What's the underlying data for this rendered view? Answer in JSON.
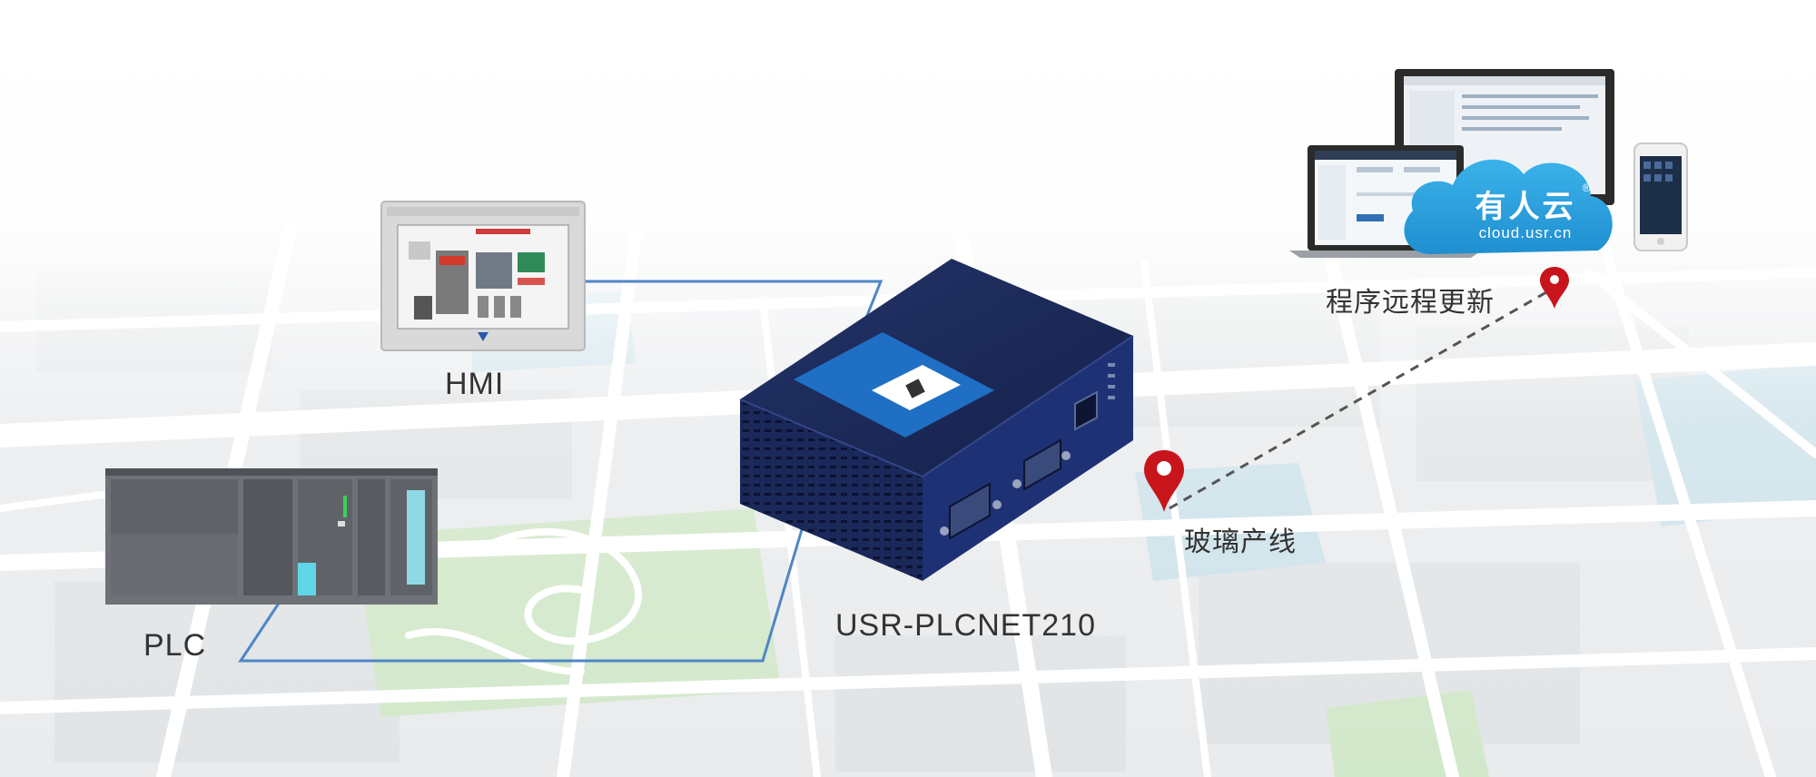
{
  "labels": {
    "hmi": "HMI",
    "plc": "PLC",
    "gateway": "USR-PLCNET210",
    "glass_line": "玻璃产线",
    "remote_update": "程序远程更新"
  },
  "cloud": {
    "title": "有人云",
    "registered": "®",
    "url": "cloud.usr.cn"
  },
  "colors": {
    "link_line": "#4f86c6",
    "pin": "#c8141b",
    "cloud": "#2aa0dc",
    "device_body": "#1c2a5c",
    "map_road": "#ffffff",
    "map_block": "#e6e8ea",
    "map_green": "#cfe6c6",
    "map_water": "#cfe3ea"
  },
  "icons": {
    "pin_glass": "map-pin-icon",
    "pin_cloud": "map-pin-icon"
  }
}
